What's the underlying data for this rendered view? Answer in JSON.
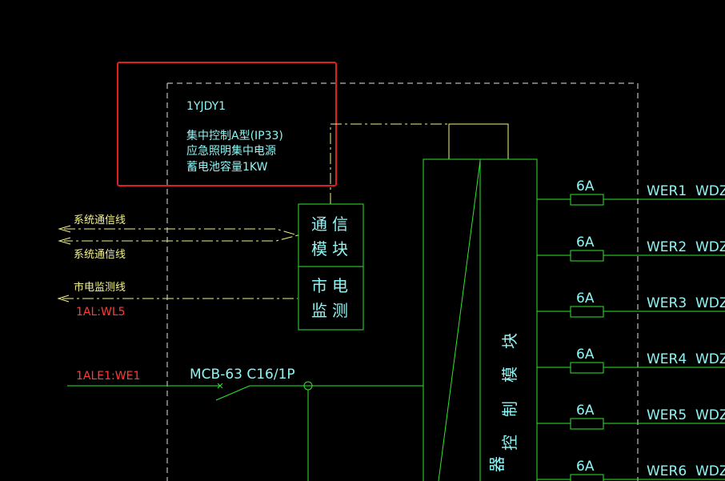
{
  "panel": {
    "id": "1YJDY1",
    "desc_line1": "集中控制A型(IP33)",
    "desc_line2": "应急照明集中电源",
    "desc_line3": "蓄电池容量1KW"
  },
  "signals": {
    "comm_line_1": "系统通信线",
    "comm_line_2": "系统通信线",
    "mains_monitor_line": "市电监测线",
    "mains_source": "1AL:WL5"
  },
  "modules": {
    "comm_char1": "通",
    "comm_char2": "信",
    "comm_char3": "模",
    "comm_char4": "块",
    "mains_char1": "市",
    "mains_char2": "电",
    "mains_char3": "监",
    "mains_char4": "测",
    "control_char1": "控",
    "control_char2": "制",
    "control_char3": "模",
    "control_char4": "块",
    "control_char5": "器"
  },
  "input": {
    "source": "1ALE1:WE1",
    "breaker": "MCB-63  C16/1P"
  },
  "outputs": [
    {
      "fuse": "6A",
      "circuit": "WER1",
      "cable": "WDZC"
    },
    {
      "fuse": "6A",
      "circuit": "WER2",
      "cable": "WDZC"
    },
    {
      "fuse": "6A",
      "circuit": "WER3",
      "cable": "WDZC"
    },
    {
      "fuse": "6A",
      "circuit": "WER4",
      "cable": "WDZC"
    },
    {
      "fuse": "6A",
      "circuit": "WER5",
      "cable": "WDZC"
    },
    {
      "fuse": "6A",
      "circuit": "WER6",
      "cable": "WDZC"
    }
  ],
  "colors": {
    "background": "#000000",
    "wire_green": "#2ee62e",
    "signal_yellow": "#f2f28a",
    "text_cyan": "#8ff4f4",
    "text_red": "#ff3b3b",
    "frame_white": "#e6e6e6",
    "highlight_red": "#e02020"
  }
}
